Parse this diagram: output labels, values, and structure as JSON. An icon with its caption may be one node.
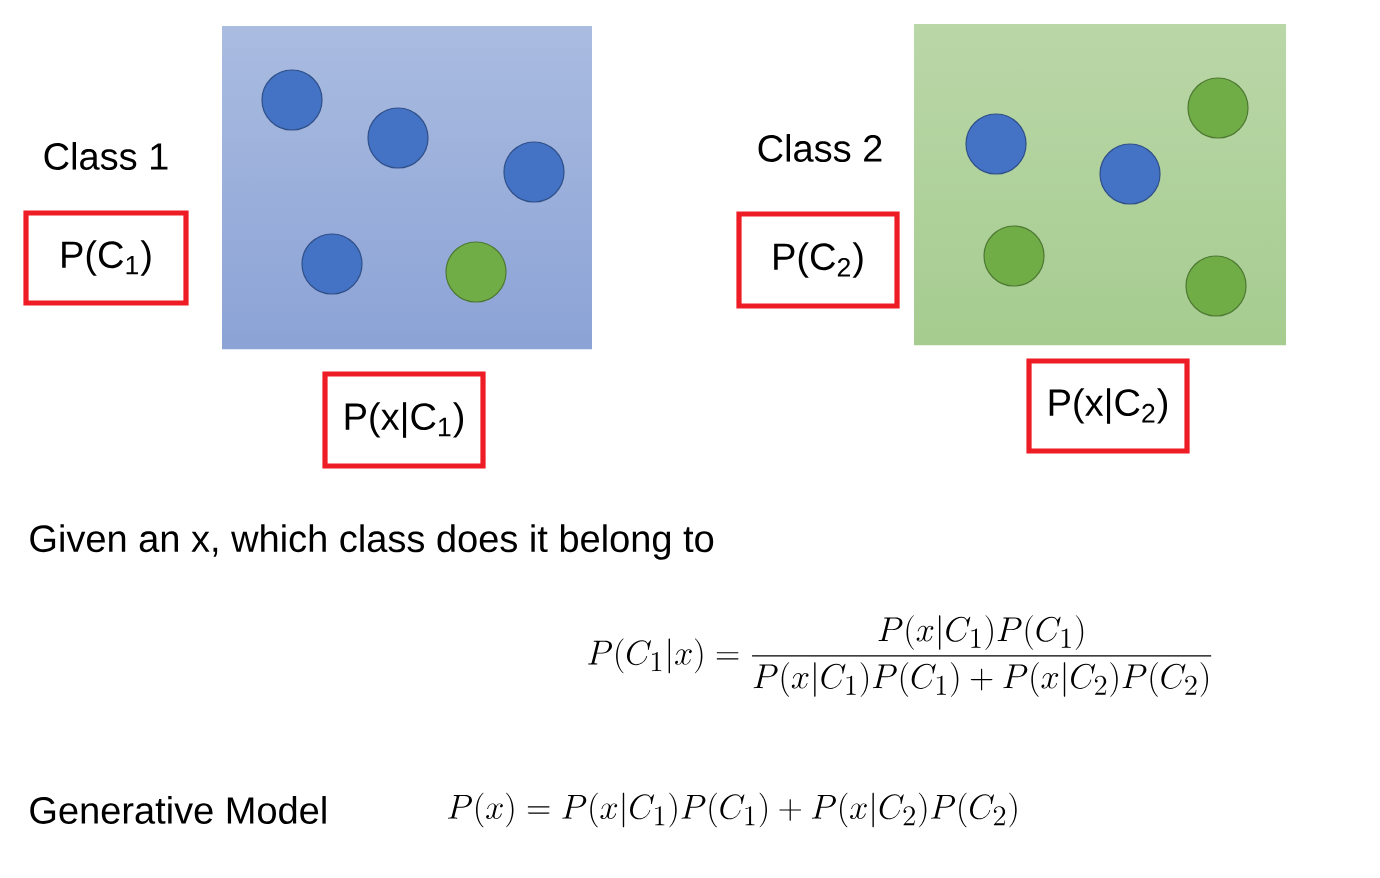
{
  "diagram": {
    "nodes": [
      {
        "text": [
          "P(C$_{1}$)"
        ]
      },
      {
        "text": [
          "P(x|C$_{1}$)"
        ]
      },
      {
        "text": [
          "P(C$_{2}$)"
        ]
      },
      {
        "text": [
          "P(x|C$_{2}$)"
        ]
      }
    ],
    "labels": [
      "Class 1",
      "Class 2",
      "Given an x, which class does it belong to",
      "P(C_1|x) = \\frac{P(x|C_1)P(C_1)}{P(x|C_1)P(C_1) + P(x|C_2)P(C_2)}",
      "Generative Model",
      "P(x) = P(x|C_1)P(C_1) + P(x|C_2)P(C_2)"
    ]
  }
}
